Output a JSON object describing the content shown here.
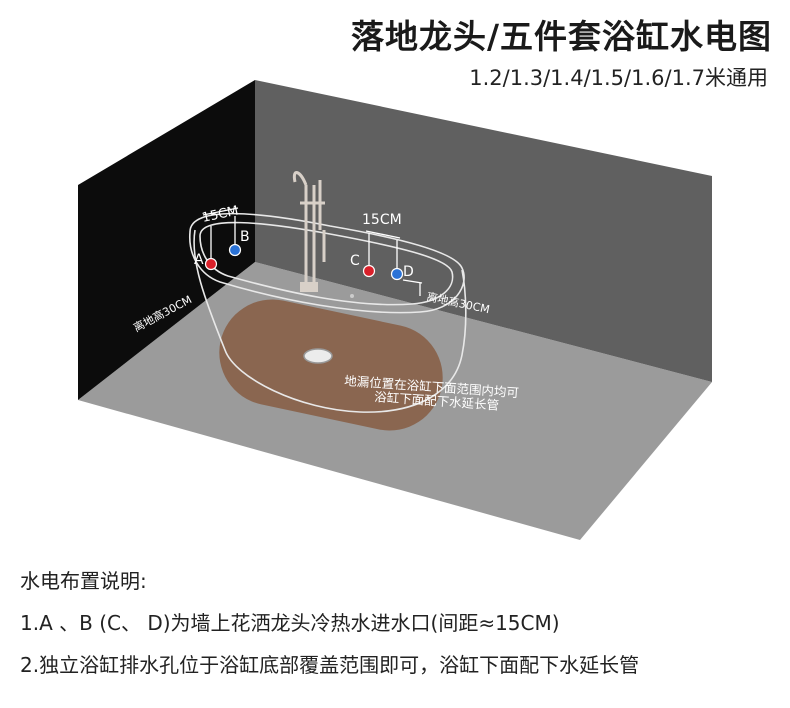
{
  "title": "落地龙头/五件套浴缸水电图",
  "subtitle": "1.2/1.3/1.4/1.5/1.6/1.7米通用",
  "diagram": {
    "left_spacing": "15CM",
    "right_spacing": "15CM",
    "label_a": "A",
    "label_b": "B",
    "label_c": "C",
    "label_d": "D",
    "left_height": "离地高30CM",
    "right_height": "离地高30CM",
    "drain_note_line1": "地漏位置在浴缸下面范围内均可",
    "drain_note_line2": "浴缸下面配下水延长管",
    "colors": {
      "hot": "#d9202a",
      "cold": "#2a72d6",
      "drain_area": "#8a6650",
      "wall_back": "#606060",
      "wall_left": "#0c0c0c",
      "floor": "#9b9b9b"
    }
  },
  "notes": {
    "heading": "水电布置说明:",
    "line1": "1.A 、B (C、 D)为墙上花洒龙头冷热水进水口(间距≈15CM)",
    "line2": "2.独立浴缸排水孔位于浴缸底部覆盖范围即可，浴缸下面配下水延长管"
  }
}
